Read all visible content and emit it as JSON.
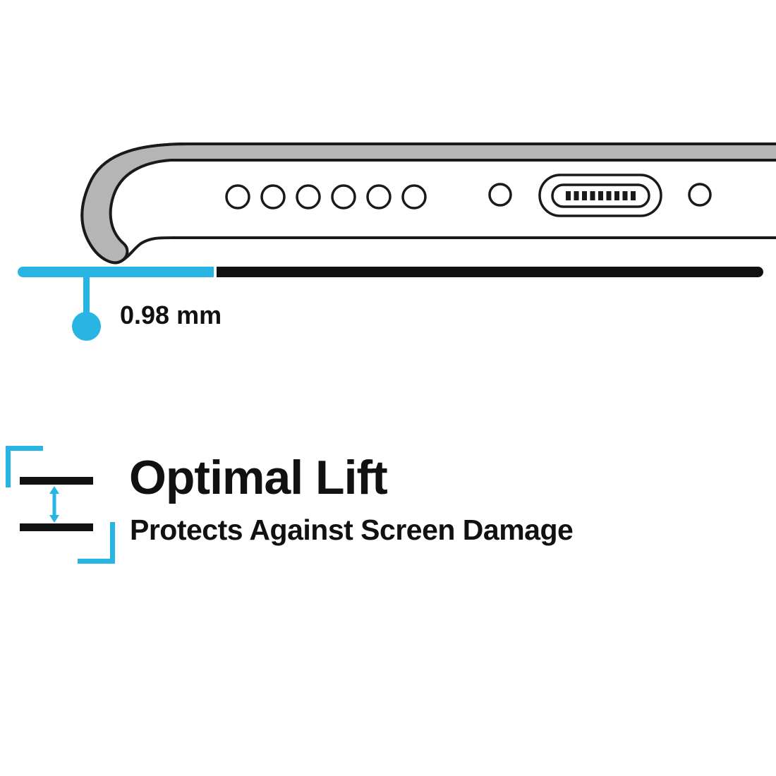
{
  "illustration": {
    "name": "phone-bottom-edge-in-case-side-view",
    "speaker_hole_count": 6,
    "screw_count": 2,
    "measurement": {
      "label": "0.98 mm"
    }
  },
  "feature": {
    "title": "Optimal Lift",
    "subtitle": "Protects Against Screen Damage"
  },
  "colors": {
    "accent": "#29b5e4",
    "ink": "#111111",
    "outline": "#1a1a1a",
    "case_gray": "#b5b5b5"
  }
}
